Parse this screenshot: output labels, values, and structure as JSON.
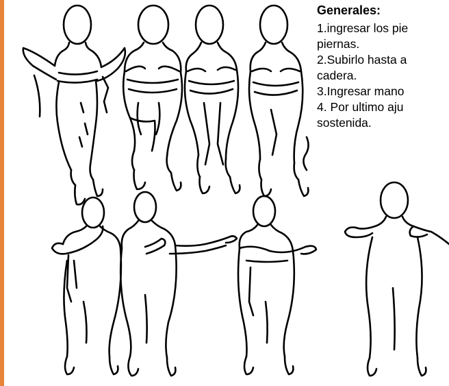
{
  "colors": {
    "accent": "#e8843a",
    "ink": "#000000",
    "background": "#ffffff"
  },
  "instructions": {
    "title": "Generales:",
    "lines": [
      "1.ingresar los pie",
      "piernas.",
      "2.Subirlo hasta a",
      "cadera.",
      "3.Ingresar mano",
      "4. Por ultimo aju",
      "sostenida."
    ]
  }
}
